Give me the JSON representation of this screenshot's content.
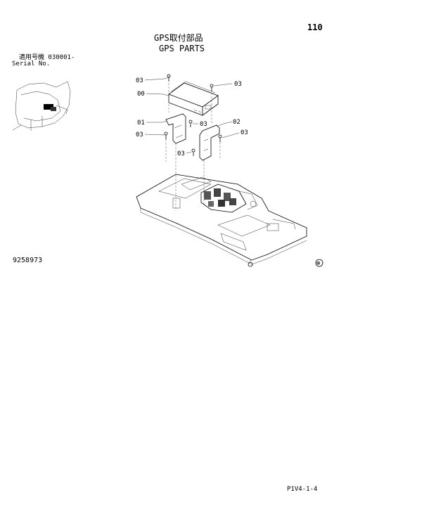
{
  "header": {
    "page_number": "110",
    "title_jp": "GPS取付部品",
    "title_en": "GPS PARTS"
  },
  "serial": {
    "label_jp": "適用号機 030001-",
    "label_en": "Serial No."
  },
  "callouts": [
    "03",
    "00",
    "03",
    "01",
    "03",
    "02",
    "03",
    "03",
    "03"
  ],
  "figure_number": "9258973",
  "reference_code": "P1V4-1-4",
  "stamp_symbol": "⊕"
}
